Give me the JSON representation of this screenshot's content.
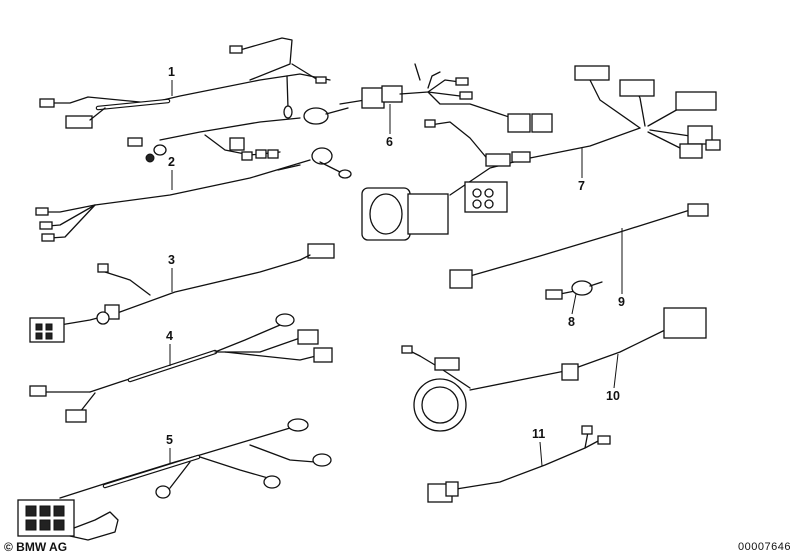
{
  "callouts": [
    "1",
    "2",
    "3",
    "4",
    "5",
    "6",
    "7",
    "8",
    "9",
    "10",
    "11"
  ],
  "footer": {
    "copyright": "© BMW AG",
    "document_number": "00007646"
  }
}
